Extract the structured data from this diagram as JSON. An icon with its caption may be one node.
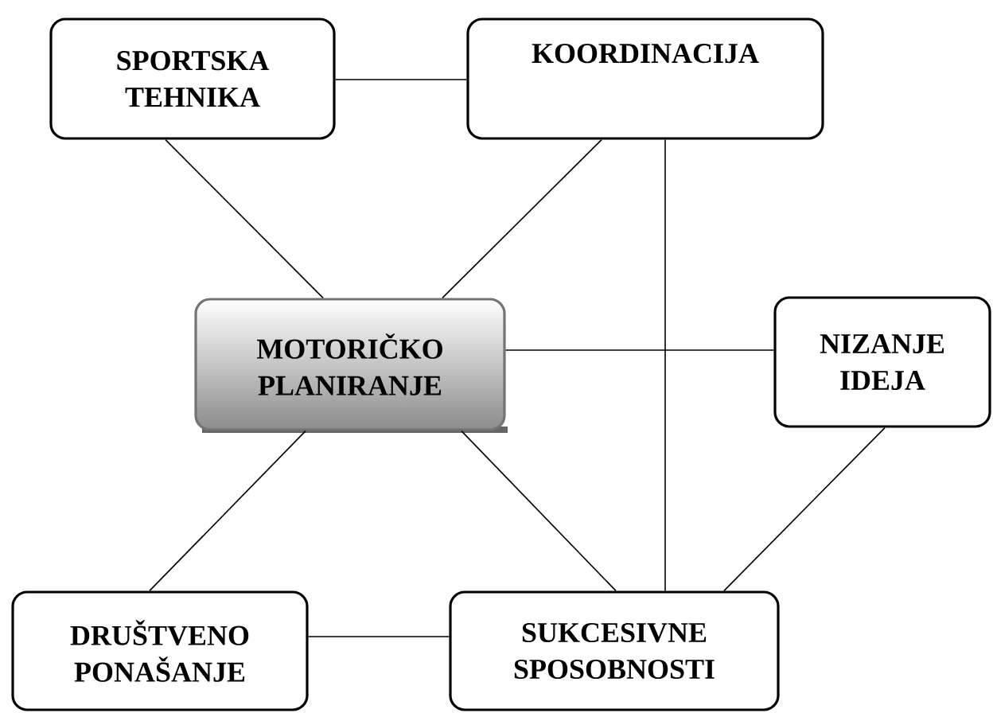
{
  "diagram": {
    "nodes": [
      {
        "text": [
          "SPORTSKA TEHNIKA"
        ]
      },
      {
        "text": [
          "KOORDINACIJA"
        ]
      },
      {
        "text": [
          "MOTORIČKO PLANIRANJE"
        ]
      },
      {
        "text": [
          "NIZANJE IDEJA"
        ]
      },
      {
        "text": [
          "DRUŠTVENO PONAŠANJE"
        ]
      },
      {
        "text": [
          "SUKCESIVNE SPOSOBNOSTI"
        ]
      }
    ],
    "edges": [
      {
        "from": 0,
        "to": 1,
        "arrow": "none"
      },
      {
        "from": 0,
        "to": 2,
        "arrow": "none"
      },
      {
        "from": 1,
        "to": 2,
        "arrow": "none"
      },
      {
        "from": 1,
        "to": 5,
        "arrow": "none"
      },
      {
        "from": 2,
        "to": 3,
        "arrow": "none"
      },
      {
        "from": 2,
        "to": 4,
        "arrow": "none"
      },
      {
        "from": 2,
        "to": 5,
        "arrow": "none"
      },
      {
        "from": 3,
        "to": 5,
        "arrow": "none"
      },
      {
        "from": 4,
        "to": 5,
        "arrow": "none"
      }
    ]
  }
}
